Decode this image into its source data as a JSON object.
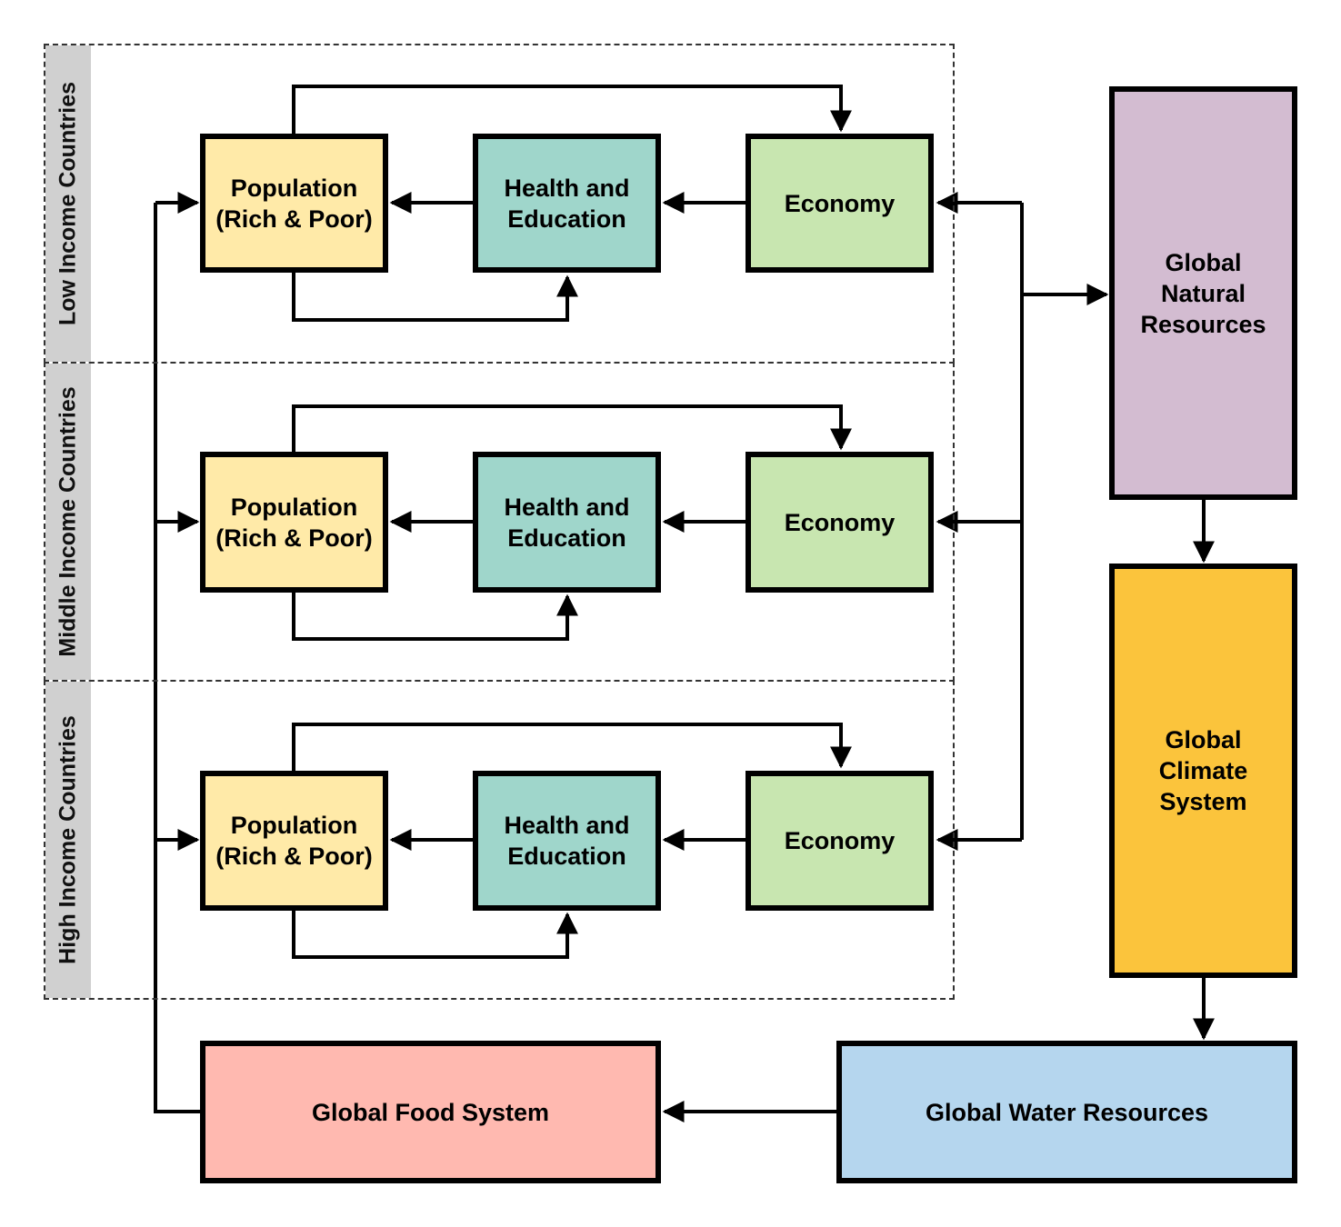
{
  "lanes": [
    {
      "label": "Low Income Countries",
      "population": "Population\n(Rich & Poor)",
      "health_education": "Health and\nEducation",
      "economy": "Economy"
    },
    {
      "label": "Middle Income Countries",
      "population": "Population\n(Rich & Poor)",
      "health_education": "Health and\nEducation",
      "economy": "Economy"
    },
    {
      "label": "High Income Countries",
      "population": "Population\n(Rich & Poor)",
      "health_education": "Health and\nEducation",
      "economy": "Economy"
    }
  ],
  "global": {
    "natural_resources": "Global\nNatural\nResources",
    "climate_system": "Global\nClimate\nSystem",
    "water_resources": "Global Water Resources",
    "food_system": "Global Food System"
  },
  "colors": {
    "population": "#ffeaa8",
    "health_education": "#9fd6cb",
    "economy": "#c8e6b0",
    "natural_resources": "#d3bcd1",
    "climate_system": "#fbc43c",
    "water_resources": "#b5d6ee",
    "food_system": "#ffb9b0",
    "lane_label_bg": "#d0d0d0"
  }
}
